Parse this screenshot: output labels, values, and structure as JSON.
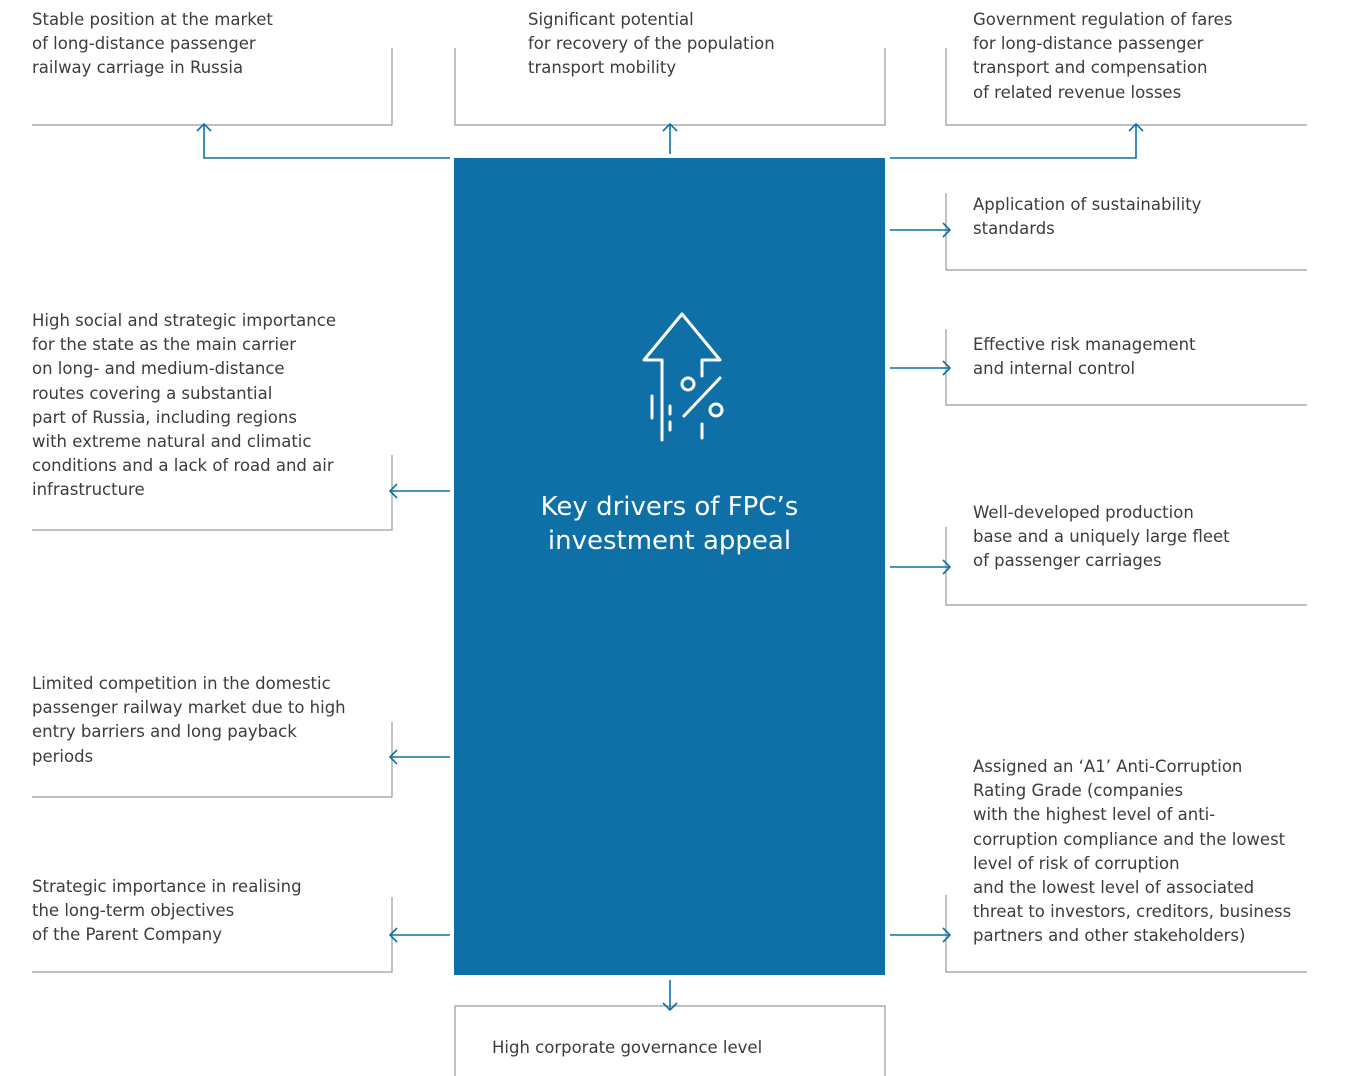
{
  "center": {
    "title": "Key drivers of FPC’s\ninvestment appeal"
  },
  "icons": {
    "center_icon": "arrow-up-percent-icon",
    "arrow_color": "#0e70a6"
  },
  "colors": {
    "center_box": "#0e70a6",
    "frame_lines": "#9a9a9a",
    "text": "#3c3c3c"
  },
  "top": {
    "left": "Stable position at the market\nof long-distance passenger\nrailway carriage in Russia",
    "middle": "Significant potential\nfor recovery of the population\ntransport mobility",
    "right": "Government regulation of fares\nfor long-distance passenger\ntransport and compensation\nof related revenue losses"
  },
  "left": {
    "item1": "High social and strategic importance\nfor the state as the main carrier\non long- and medium-distance\nroutes covering a substantial\npart of Russia, including regions\nwith extreme natural and climatic\nconditions and a lack of road and air\ninfrastructure",
    "item2": "Limited competition in the domestic\npassenger railway market due to high\nentry barriers and long payback\nperiods",
    "item3": "Strategic importance in realising\nthe long-term objectives\nof the Parent Company"
  },
  "right": {
    "item1": "Application of sustainability\nstandards",
    "item2": "Effective risk management\nand internal control",
    "item3": "Well-developed production\nbase and a uniquely large fleet\nof passenger carriages",
    "item4": "Assigned an ‘A1’ Anti-Corruption\nRating Grade (companies\nwith the highest level of anti-\ncorruption compliance and the lowest\nlevel of risk of corruption\nand the lowest level of associated\nthreat to investors, creditors, business\npartners and other stakeholders)"
  },
  "bottom": {
    "item": "High corporate governance level"
  }
}
